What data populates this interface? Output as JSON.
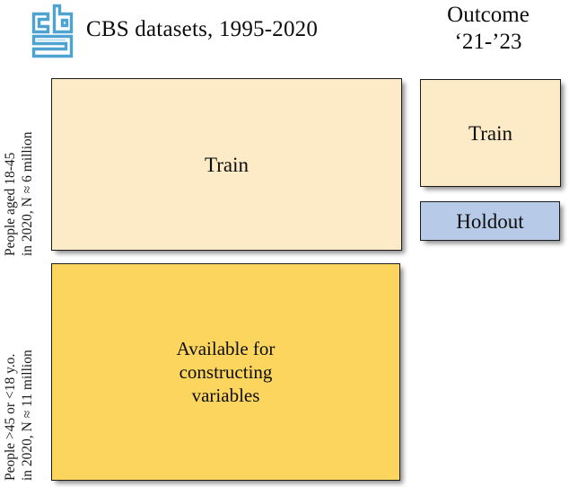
{
  "header": {
    "logo_alt": "cbs-logo",
    "title": "CBS datasets, 1995-2020",
    "outcome_title_line1": "Outcome",
    "outcome_title_line2": "‘21-’23"
  },
  "side_labels": {
    "upper_line1": "People aged 18-45",
    "upper_line2": "in 2020, N ≈ 6 million",
    "lower_line1": "People >45 or <18 y.o.",
    "lower_line2": "in 2020, N ≈ 11 million"
  },
  "boxes": {
    "train_main": {
      "label": "Train",
      "fill": "#FCEBC6"
    },
    "available": {
      "label": "Available for constructing variables",
      "line1": "Available for",
      "line2": "constructing",
      "line3": "variables",
      "fill": "#FBD55E"
    },
    "train_outcome": {
      "label": "Train",
      "fill": "#FCEBC6"
    },
    "holdout": {
      "label": "Holdout",
      "fill": "#B7CBE8"
    }
  },
  "colors": {
    "cream": "#FCEBC6",
    "gold": "#FBD55E",
    "blue": "#B7CBE8",
    "logo_blue": "#4FA3D1",
    "border": "#1b1b1b",
    "background": "#FFFFFF"
  }
}
